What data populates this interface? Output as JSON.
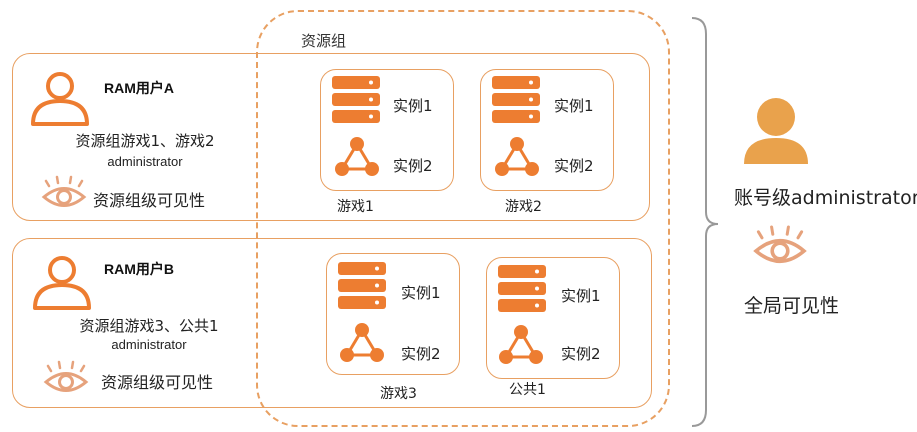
{
  "resource_group": {
    "title": "资源组"
  },
  "users": [
    {
      "name": "RAM用户A",
      "scope": "资源组游戏1、游戏2",
      "role": "administrator",
      "visibility": "资源组级可见性",
      "games": [
        {
          "name": "游戏1",
          "instances": [
            "实例1",
            "实例2"
          ]
        },
        {
          "name": "游戏2",
          "instances": [
            "实例1",
            "实例2"
          ]
        }
      ]
    },
    {
      "name": "RAM用户B",
      "scope": "资源组游戏3、公共1",
      "role": "administrator",
      "visibility": "资源组级可见性",
      "games": [
        {
          "name": "游戏3",
          "instances": [
            "实例1",
            "实例2"
          ]
        },
        {
          "name": "公共1",
          "instances": [
            "实例1",
            "实例2"
          ]
        }
      ]
    }
  ],
  "account": {
    "role": "账号级administrator",
    "visibility": "全局可见性"
  },
  "colors": {
    "accent": "#ed7d31",
    "panel_border": "#e8a062",
    "eye": "#e6a27c",
    "account_person": "#e9a24c"
  },
  "icons": {
    "user": "person-outline-icon",
    "eye": "eye-icon",
    "server": "server-icon",
    "network": "network-icon",
    "account": "person-filled-icon"
  }
}
